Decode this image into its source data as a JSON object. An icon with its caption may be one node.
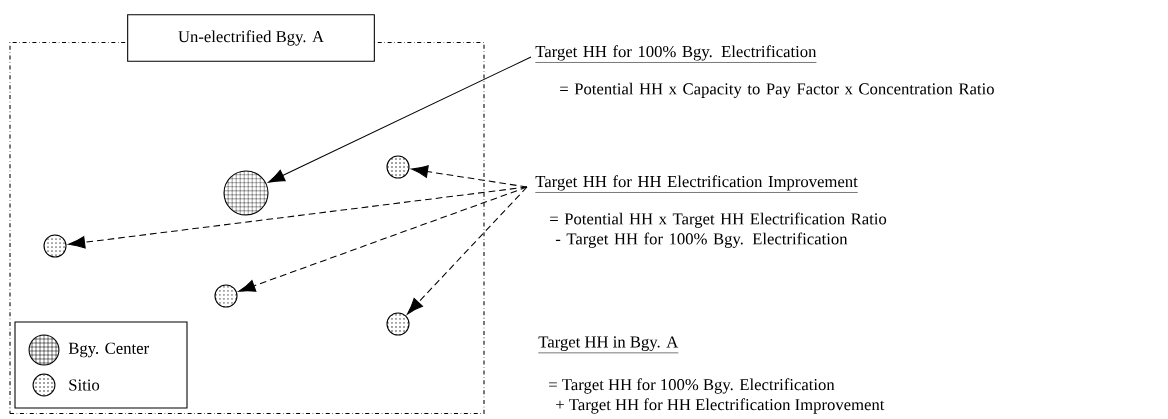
{
  "diagram": {
    "nodes": [
      {
        "text": [
          "Un-electrified Bgy. A"
        ]
      },
      {
        "text": [],
        "shape": "circle",
        "in": 0
      },
      {
        "text": [],
        "shape": "circle",
        "in": 0
      },
      {
        "text": [],
        "shape": "circle",
        "in": 0
      },
      {
        "text": [],
        "shape": "circle",
        "in": 0
      },
      {
        "text": [],
        "shape": "circle",
        "in": 0
      },
      {
        "text": [
          "Target HH for 100% Bgy. Electrification",
          "= Potential HH x Capacity to Pay Factor x Concentration Ratio"
        ]
      },
      {
        "text": [
          "Target HH for HH Electrification Improvement",
          "= Potential HH x Target HH Electrification Ratio",
          "- Target HH for 100% Bgy. Electrification"
        ]
      }
    ],
    "edges": [
      {
        "from": 6,
        "to": 1,
        "arrow": "to"
      },
      {
        "from": 7,
        "to": 2,
        "arrow": "to",
        "style": "dashed"
      },
      {
        "from": 7,
        "to": 3,
        "arrow": "to",
        "style": "dashed"
      },
      {
        "from": 7,
        "to": 4,
        "arrow": "to",
        "style": "dashed"
      },
      {
        "from": 7,
        "to": 5,
        "arrow": "to",
        "style": "dashed"
      }
    ],
    "labels": [
      "Target HH in Bgy. A",
      "= Target HH for 100% Bgy. Electrification",
      "+ Target HH for HH Electrification Improvement"
    ],
    "legend": [
      {
        "text": "Bgy. Center"
      },
      {
        "text": "Sitio"
      }
    ]
  }
}
